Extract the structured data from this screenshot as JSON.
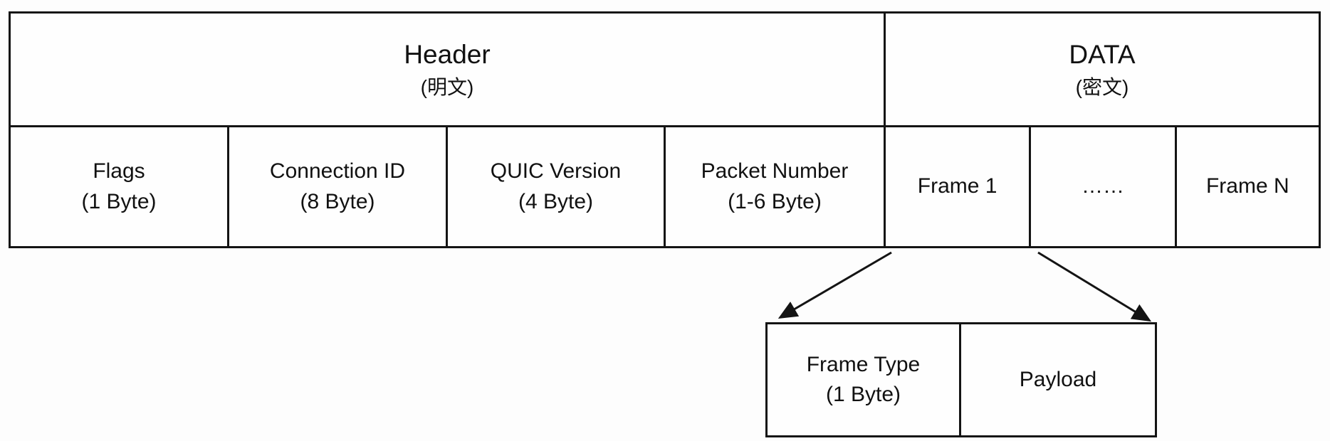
{
  "diagram": {
    "colors": {
      "border": "#141414",
      "background": "#fdfdfd",
      "text": "#111111"
    },
    "main_table": {
      "sections": [
        {
          "label": "Header",
          "sublabel": "(明文)"
        },
        {
          "label": "DATA",
          "sublabel": "(密文)"
        }
      ],
      "fields": [
        {
          "label": "Flags",
          "sublabel": "(1 Byte)"
        },
        {
          "label": "Connection ID",
          "sublabel": "(8 Byte)"
        },
        {
          "label": "QUIC Version",
          "sublabel": "(4 Byte)"
        },
        {
          "label": "Packet Number",
          "sublabel": "(1-6 Byte)"
        },
        {
          "label": "Frame 1",
          "sublabel": ""
        },
        {
          "label": "……",
          "sublabel": ""
        },
        {
          "label": "Frame N",
          "sublabel": ""
        }
      ]
    },
    "frame_detail": {
      "cells": [
        {
          "label": "Frame Type",
          "sublabel": "(1 Byte)"
        },
        {
          "label": "Payload",
          "sublabel": ""
        }
      ]
    }
  }
}
